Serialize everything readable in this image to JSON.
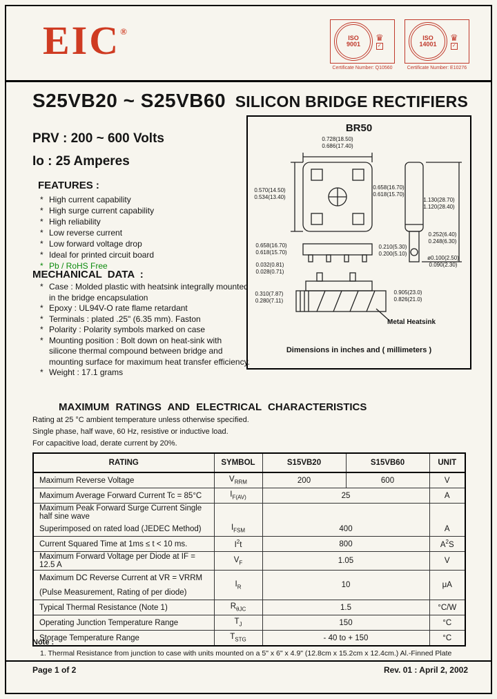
{
  "header": {
    "logo": "EIC",
    "registered": "®",
    "cert1": {
      "iso": "ISO",
      "num": "9001",
      "cert": "Certificate Number: Q10560",
      "check": "✓"
    },
    "cert2": {
      "iso": "ISO",
      "num": "14001",
      "cert": "Certificate Number: E10276",
      "check": "✓"
    }
  },
  "title": {
    "part": "S25VB20 ~ S25VB60",
    "product": "SILICON BRIDGE RECTIFIERS"
  },
  "specs": {
    "prv": "PRV : 200 ~ 600 Volts",
    "io": "Io : 25 Amperes"
  },
  "features": {
    "heading": "FEATURES :",
    "bullet": "*",
    "items": [
      "High current capability",
      "High surge current capability",
      "High reliability",
      "Low reverse current",
      "Low forward voltage drop",
      "Ideal for printed circuit board",
      "Pb / RoHS Free"
    ]
  },
  "mechanical": {
    "heading": "MECHANICAL DATA :",
    "items": [
      "Case : Molded plastic with heatsink integrally mounted in the bridge encapsulation",
      "Epoxy : UL94V-O rate flame retardant",
      "Terminals : plated .25\" (6.35 mm). Faston",
      "Polarity : Polarity symbols marked on case",
      "Mounting position : Bolt down on heat-sink with silicone thermal compound between bridge and mounting surface for maximum heat transfer efficiency.",
      "Weight :  17.1 grams"
    ]
  },
  "diagram": {
    "title": "BR50",
    "dims": [
      "0.728(18.50)\n0.686(17.40)",
      "0.570(14.50)\n0.534(13.40)",
      "0.658(16.70)\n0.618(15.70)",
      "1.130(28.70)\n1.120(28.40)",
      "0.210(5.30)\n0.200(5.10)",
      "0.658(16.70)\n0.618(15.70)",
      "0.032(0.81)\n0.028(0.71)",
      "0.252(6.40)\n0.248(6.30)",
      "ø0.100(2.50)\n0.090(2.30)",
      "0.905(23.0)\n0.826(21.0)",
      "0.310(7.87)\n0.280(7.11)"
    ],
    "heatsink_label": "Metal Heatsink",
    "caption": "Dimensions in inches and ( millimeters )"
  },
  "ratings": {
    "heading": "MAXIMUM RATINGS AND ELECTRICAL CHARACTERISTICS",
    "cond1": "Rating at 25 °C ambient temperature unless otherwise specified.",
    "cond2": "Single phase, half wave, 60 Hz, resistive or inductive load.",
    "cond3": "For capacitive load, derate current by 20%.",
    "col_rating": "RATING",
    "col_symbol": "SYMBOL",
    "col_20": "S15VB20",
    "col_60": "S15VB60",
    "col_unit": "UNIT",
    "rows": {
      "vrrm": {
        "name": "Maximum Reverse Voltage",
        "sym_base": "V",
        "sym_sub": "RRM",
        "v20": "200",
        "v60": "600",
        "unit": "V"
      },
      "ifav": {
        "name": "Maximum Average Forward Current Tc = 85°C",
        "sym_base": "I",
        "sym_sub": "F(AV)",
        "value": "25",
        "unit": "A"
      },
      "surge": {
        "name": "Maximum Peak Forward Surge Current Single half sine wave"
      },
      "ifsm": {
        "name": "Superimposed on rated load (JEDEC Method)",
        "sym_base": "I",
        "sym_sub": "FSM",
        "value": "400",
        "unit": "A"
      },
      "i2t": {
        "name": "Current Squared Time at 1ms ≤ t < 10 ms.",
        "sym_base": "I",
        "sym_sup": "2",
        "sym_tail": "t",
        "value": "800",
        "unit_base": "A",
        "unit_sup": "2",
        "unit_tail": "S"
      },
      "vf": {
        "name": "Maximum Forward Voltage per Diode at IF = 12.5 A",
        "sym_base": "V",
        "sym_sub": "F",
        "value": "1.05",
        "unit": "V"
      },
      "ir": {
        "name": "Maximum DC Reverse Current at VR = VRRM",
        "name2": "(Pulse Measurement, Rating of per diode)",
        "sym_base": "I",
        "sym_sub": "R",
        "value": "10",
        "unit": "μA"
      },
      "rthjc": {
        "name": "Typical Thermal Resistance (Note 1)",
        "sym_base": "R",
        "sym_sub": "θJC",
        "value": "1.5",
        "unit": "°C/W"
      },
      "tj": {
        "name": "Operating Junction Temperature Range",
        "sym_base": "T",
        "sym_sub": "J",
        "value": "150",
        "unit": "°C"
      },
      "tstg": {
        "name": "Storage Temperature Range",
        "sym_base": "T",
        "sym_sub": "STG",
        "value": "- 40 to + 150",
        "unit": "°C"
      }
    }
  },
  "note": {
    "label": "Note :",
    "n1": "1. Thermal Resistance from junction to case with units mounted on a 5\" x 6\" x 4.9\"  (12.8cm x 15.2cm x 12.4cm.) Al.-Finned Plate"
  },
  "footer": {
    "page": "Page 1 of 2",
    "rev": "Rev. 01 : April 2, 2002"
  }
}
